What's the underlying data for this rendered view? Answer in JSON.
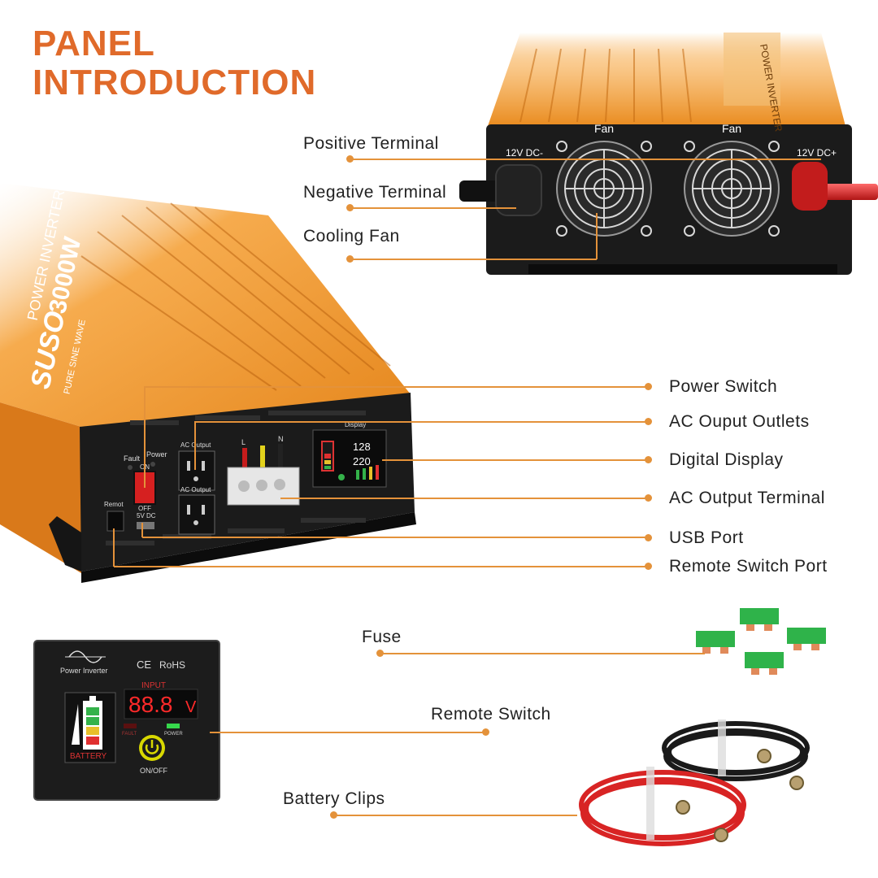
{
  "title": {
    "line1": "PANEL",
    "line2": "INTRODUCTION"
  },
  "colors": {
    "accent": "#e06a2a",
    "leader": "#e4923a",
    "body_orange": "#f29a2e",
    "panel_black": "#1b1b1b"
  },
  "labels": {
    "positive_terminal": "Positive Terminal",
    "negative_terminal": "Negative Terminal",
    "cooling_fan": "Cooling Fan",
    "power_switch": "Power Switch",
    "ac_outlets": "AC Ouput Outlets",
    "digital_display": "Digital Display",
    "ac_terminal": "AC Output Terminal",
    "usb_port": "USB Port",
    "remote_switch_port": "Remote Switch Port",
    "fuse": "Fuse",
    "remote_switch": "Remote Switch",
    "battery_clips": "Battery Clips"
  },
  "rear_panel": {
    "fan_left": "Fan",
    "fan_right": "Fan",
    "dc_minus": "12V DC-",
    "dc_plus": "12V DC+",
    "brand_top": "POWER INVERTER"
  },
  "front_panel": {
    "brand": "SUSO",
    "model": "3000W",
    "product": "POWER INVERTER",
    "sub": "PURE SINE WAVE",
    "fault": "Fault",
    "power": "Power",
    "on": "ON",
    "off": "OFF",
    "remote": "Remot",
    "usb": "5V DC",
    "ac_output_1": "AC Output",
    "ac_output_2": "AC Output",
    "term_l": "L",
    "term_n": "N",
    "display_label": "Display",
    "display_top": "128",
    "display_bottom": "220"
  },
  "remote_panel": {
    "brand": "Power Inverter",
    "ce": "CE",
    "rohs": "RoHS",
    "input": "INPUT",
    "reading": "88.8",
    "unit": "V",
    "battery": "BATTERY",
    "fault": "FAULT",
    "power": "POWER",
    "onoff": "ON/OFF"
  },
  "icons": [
    "fan-grille-icon",
    "power-icon",
    "sine-wave-icon",
    "battery-icon",
    "grounded-outlet-icon"
  ]
}
